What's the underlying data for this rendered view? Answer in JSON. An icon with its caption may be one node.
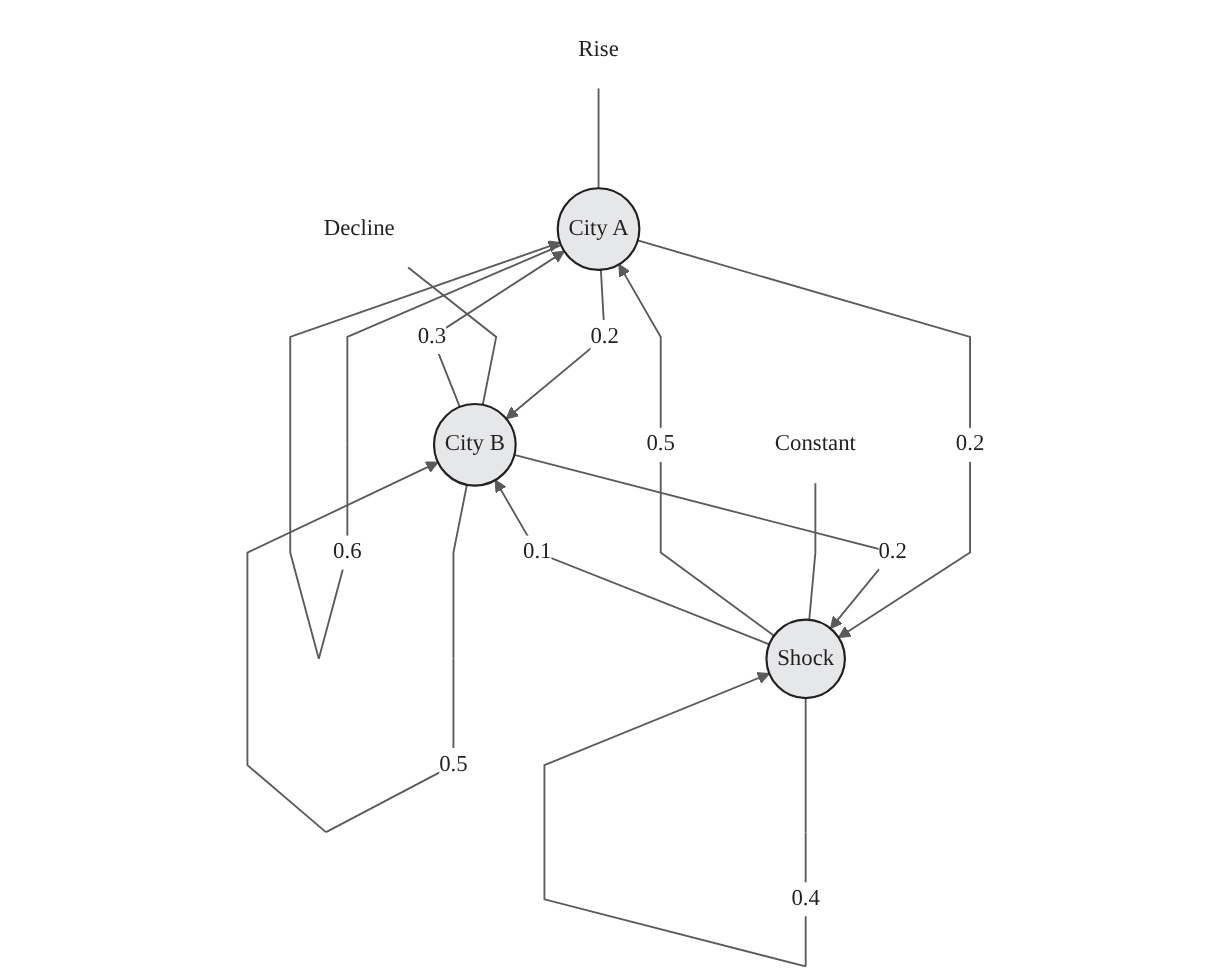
{
  "diagram": {
    "nodes": [
      {
        "text": [
          "City A"
        ]
      },
      {
        "text": [
          "City B"
        ]
      },
      {
        "text": [
          "Shock"
        ]
      },
      {
        "text": [
          "Rise"
        ]
      },
      {
        "text": [
          "Decline"
        ]
      },
      {
        "text": [
          "Constant"
        ]
      }
    ],
    "edges": [
      {
        "from": 0,
        "to": 0,
        "arrow": "to",
        "label": "0.6"
      },
      {
        "from": 0,
        "to": 1,
        "arrow": "to",
        "label": "0.2"
      },
      {
        "from": 1,
        "to": 0,
        "arrow": "to",
        "label": "0.3"
      },
      {
        "from": 1,
        "to": 1,
        "arrow": "to",
        "label": "0.5"
      },
      {
        "from": 0,
        "to": 2,
        "arrow": "to",
        "label": "0.2"
      },
      {
        "from": 2,
        "to": 0,
        "arrow": "to",
        "label": "0.5"
      },
      {
        "from": 2,
        "to": 1,
        "arrow": "to",
        "label": "0.1"
      },
      {
        "from": 1,
        "to": 2,
        "arrow": "to",
        "label": "0.2"
      },
      {
        "from": 2,
        "to": 2,
        "arrow": "to",
        "label": "0.4"
      },
      {
        "from": 3,
        "to": 0,
        "arrow": "none"
      },
      {
        "from": 4,
        "to": 1,
        "arrow": "none"
      },
      {
        "from": 5,
        "to": 2,
        "arrow": "none"
      }
    ]
  }
}
